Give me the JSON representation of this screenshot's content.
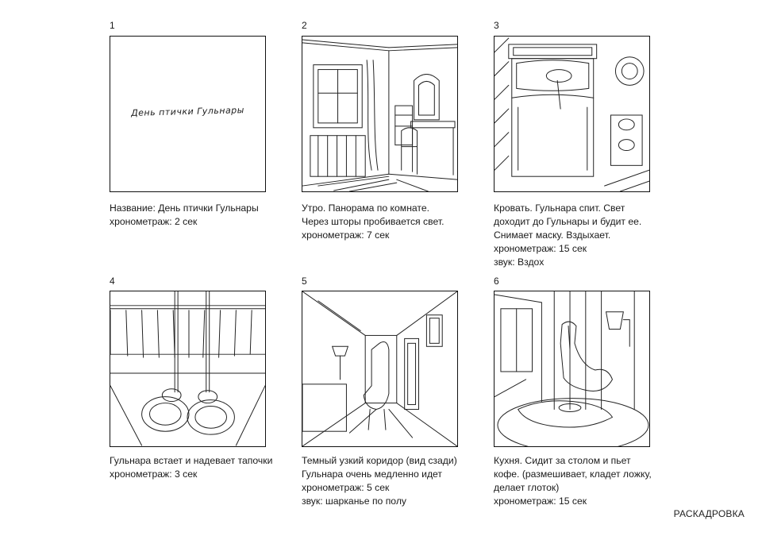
{
  "frames": [
    {
      "number": "1",
      "title_card": "День птички Гульнары",
      "caption": [
        "Название: День птички Гульнары",
        "хронометраж: 2 сек"
      ]
    },
    {
      "number": "2",
      "caption": [
        "Утро. Панорама по комнате.",
        "Через шторы пробивается свет.",
        "хронометраж: 7 сек"
      ]
    },
    {
      "number": "3",
      "caption": [
        "Кровать. Гульнара спит. Свет",
        "доходит до Гульнары и будит ее.",
        "Снимает маску. Вздыхает.",
        "хронометраж: 15 сек",
        "звук: Вздох"
      ]
    },
    {
      "number": "4",
      "caption": [
        "Гульнара встает и надевает тапочки",
        "хронометраж: 3 сек"
      ]
    },
    {
      "number": "5",
      "caption": [
        "Темный узкий коридор (вид сзади)",
        "Гульнара очень медленно идет",
        "хронометраж: 5 сек",
        "звук: шарканье по полу"
      ]
    },
    {
      "number": "6",
      "caption": [
        "Кухня. Сидит за столом и пьет",
        "кофе. (размешивает, кладет ложку,",
        "делает глоток)",
        "хронометраж: 15 сек"
      ]
    }
  ],
  "footer": "РАСКАДРОВКА"
}
